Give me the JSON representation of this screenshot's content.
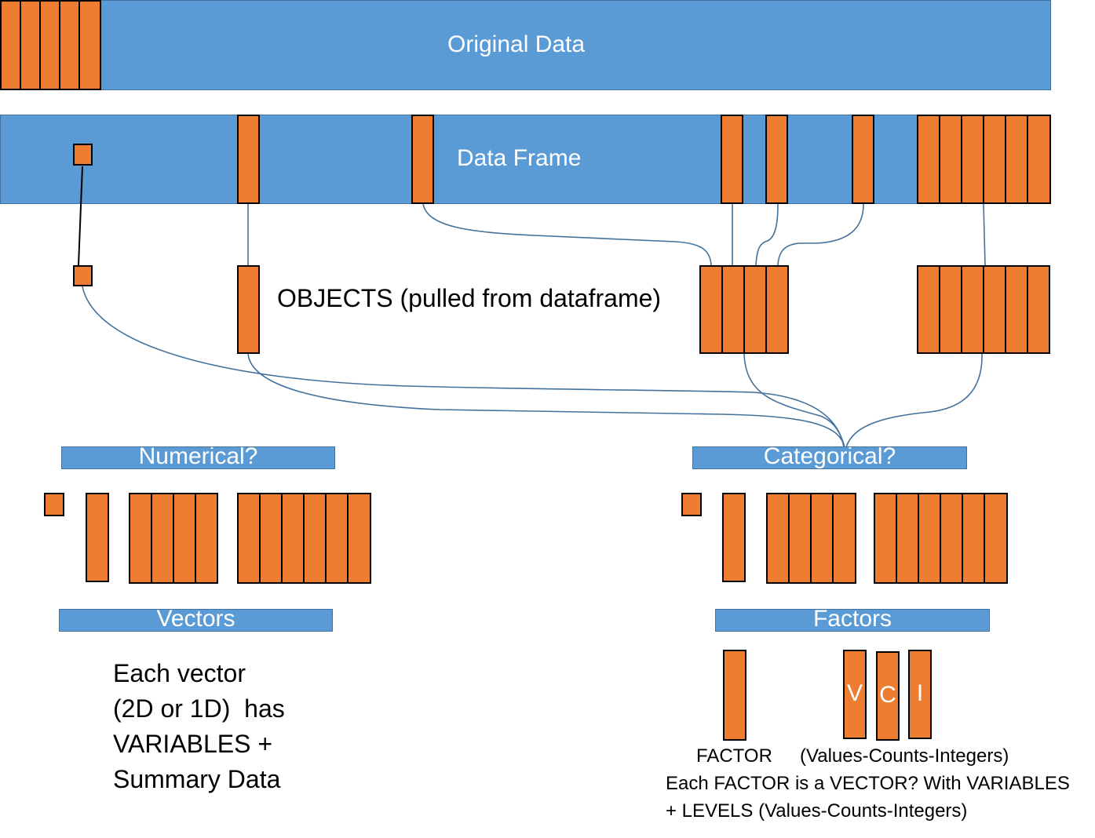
{
  "colors": {
    "bar_blue": "#5b9bd5",
    "bar_border": "#41719c",
    "cell_orange": "#ed7d31",
    "cell_border": "#000000",
    "connector": "#41719c"
  },
  "original_data": {
    "label": "Original Data"
  },
  "data_frame": {
    "label": "Data Frame"
  },
  "objects": {
    "label": "OBJECTS (pulled from dataframe)"
  },
  "numerical": {
    "header": "Numerical?",
    "vectors_header": "Vectors",
    "description": [
      "Each vector",
      "(2D or 1D)  has",
      "VARIABLES +",
      "Summary Data"
    ]
  },
  "categorical": {
    "header": "Categorical?",
    "factors_header": "Factors",
    "factor_letters": [
      "V",
      "C",
      "I"
    ],
    "factor_label": "FACTOR",
    "levels_label": "(Values-Counts-Integers)",
    "description": [
      "Each FACTOR is a VECTOR? With VARIABLES",
      "+ LEVELS (Values-Counts-Integers)"
    ]
  }
}
